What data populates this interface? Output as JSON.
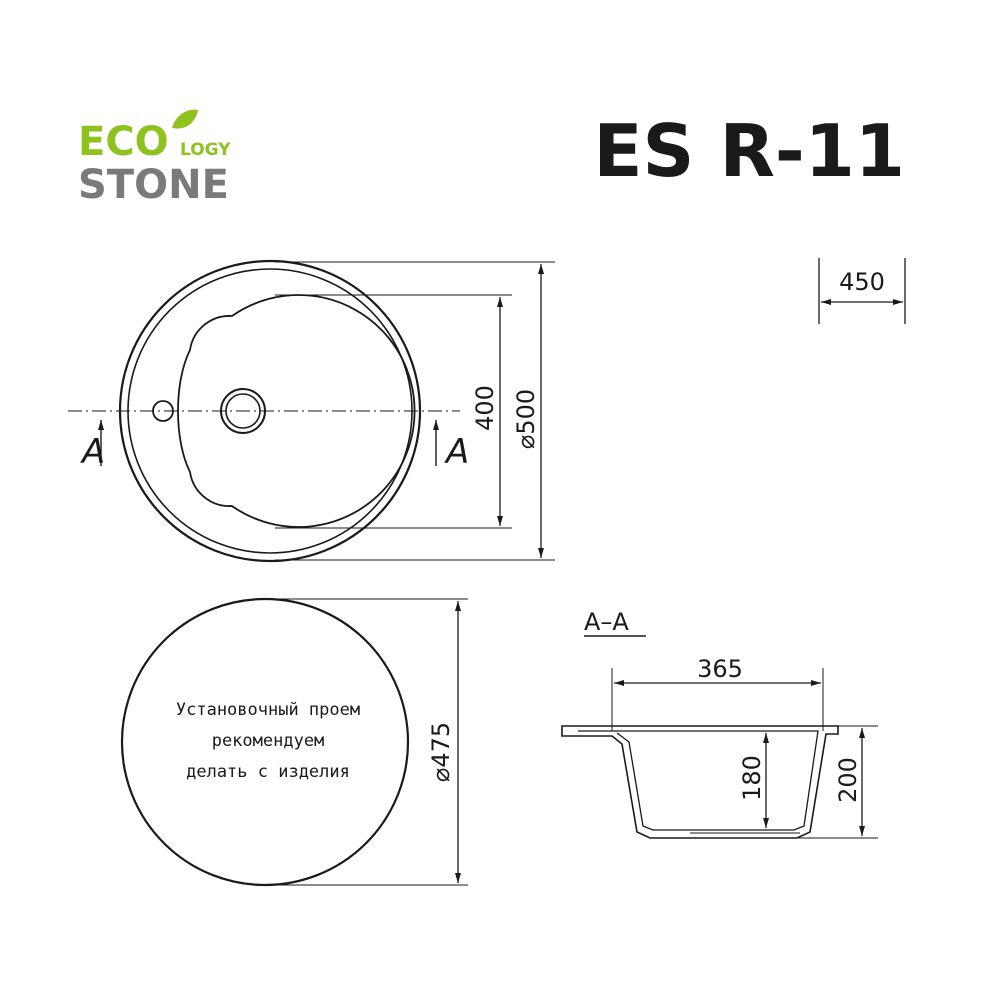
{
  "logo": {
    "eco": "ECO",
    "logy": "LOGY",
    "stone": "STONE",
    "colors": {
      "eco": "#8dc21f",
      "stone": "#7a7a7a"
    }
  },
  "title": "ES R-11",
  "top_view": {
    "section_label_left": "A",
    "section_label_right": "A",
    "dim_inner": "400",
    "dim_outer": "⌀500",
    "dim_depth_unit": "450"
  },
  "cutout_view": {
    "note_lines": [
      "Установочный проем",
      "рекомендуем",
      "делать с изделия"
    ],
    "dim_diameter": "⌀475"
  },
  "section_view": {
    "label": "A–A",
    "dim_width": "365",
    "dim_inner_depth": "180",
    "dim_total_depth": "200"
  }
}
